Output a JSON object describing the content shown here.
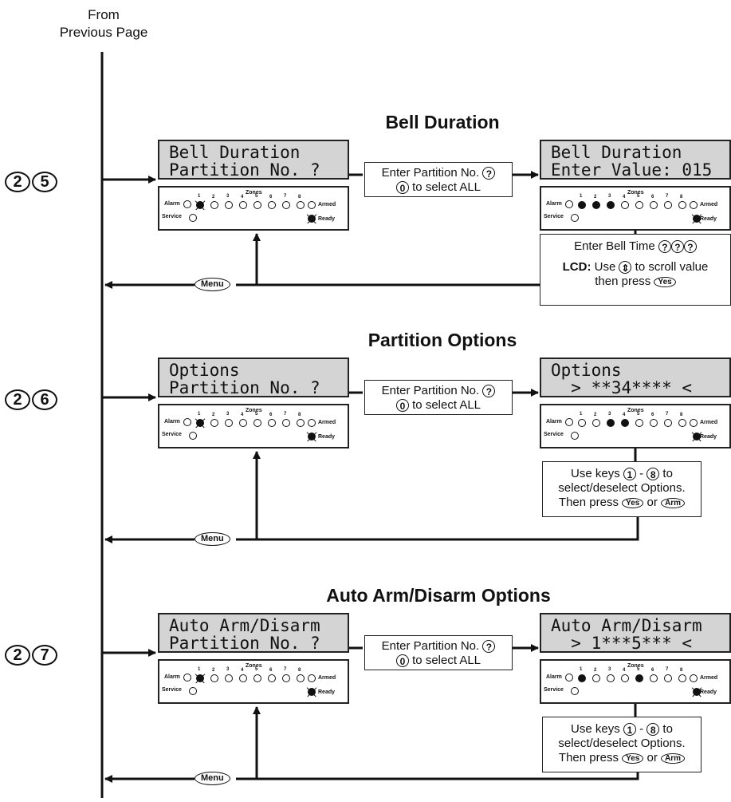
{
  "from_label": [
    "From",
    "Previous Page"
  ],
  "menu_label": "Menu",
  "enter_partition": {
    "line1": "Enter Partition No.",
    "q": "?",
    "zero": "0",
    "line2_rest": "to select ALL"
  },
  "keypad_labels": {
    "alarm": "Alarm",
    "service": "Service",
    "zones": "Zones",
    "armed": "Armed",
    "ready": "Ready",
    "zone_numbers": [
      "1",
      "2",
      "3",
      "4",
      "5",
      "6",
      "7",
      "8"
    ]
  },
  "sections": [
    {
      "title": "Bell Duration",
      "code": [
        "2",
        "5"
      ],
      "lcd_left": [
        "Bell Duration",
        "Partition No. ?"
      ],
      "lcd_right": [
        "Bell Duration",
        "Enter Value: 015"
      ],
      "right_zone_states": [
        "on",
        "on",
        "on",
        "off",
        "off",
        "off",
        "off",
        "off"
      ],
      "note": {
        "type": "bell",
        "line1": "Enter Bell Time",
        "q": "?",
        "lcd": "LCD:",
        "line2": "Use",
        "line2b": "to scroll value",
        "line3": "then press",
        "yes": "Yes"
      }
    },
    {
      "title": "Partition Options",
      "code": [
        "2",
        "6"
      ],
      "lcd_left": [
        "Options",
        "Partition No. ?"
      ],
      "lcd_right": [
        "Options",
        "  > **34**** <"
      ],
      "right_zone_states": [
        "off",
        "off",
        "on",
        "on",
        "off",
        "off",
        "off",
        "off"
      ],
      "note": {
        "type": "keys",
        "line1a": "Use keys",
        "k1": "1",
        "dash": "-",
        "k8": "8",
        "line1b": "to",
        "line2": "select/deselect Options.",
        "line3": "Then press",
        "yes": "Yes",
        "or": "or",
        "arm": "Arm"
      }
    },
    {
      "title": "Auto Arm/Disarm Options",
      "code": [
        "2",
        "7"
      ],
      "lcd_left": [
        "Auto Arm/Disarm",
        "Partition No. ?"
      ],
      "lcd_right": [
        "Auto Arm/Disarm",
        "  > 1***5*** <"
      ],
      "right_zone_states": [
        "on",
        "off",
        "off",
        "off",
        "on",
        "off",
        "off",
        "off"
      ],
      "note": {
        "type": "keys",
        "line1a": "Use keys",
        "k1": "1",
        "dash": "-",
        "k8": "8",
        "line1b": "to",
        "line2": "select/deselect Options.",
        "line3": "Then press",
        "yes": "Yes",
        "or": "or",
        "arm": "Arm"
      }
    }
  ]
}
